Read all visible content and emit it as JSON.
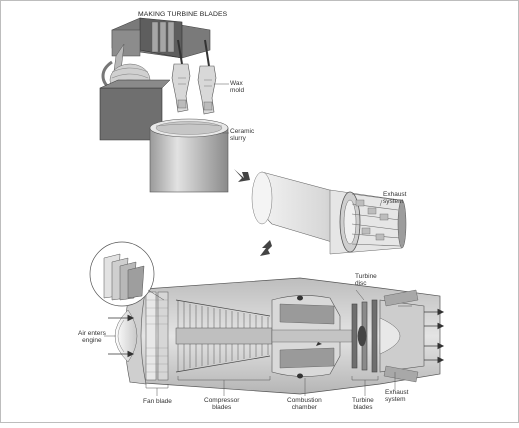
{
  "title": "MAKING TURBINE BLADES",
  "labels": {
    "wax_mold": [
      "Wax",
      "mold"
    ],
    "ceramic_slurry": [
      "Ceramic",
      "slurry"
    ],
    "exhaust_system_top": [
      "Exhaust",
      "system"
    ],
    "turbine_disc": [
      "Turbine",
      "disc"
    ],
    "air_enters_engine": [
      "Air enters",
      "engine"
    ],
    "fan_blade": "Fan blade",
    "compressor_blades": [
      "Compressor",
      "blades"
    ],
    "combustion_chamber": [
      "Combustion",
      "chamber"
    ],
    "turbine_blades": [
      "Turbine",
      "blades"
    ],
    "exhaust_system_bottom": [
      "Exhaust",
      "system"
    ]
  },
  "colors": {
    "background": "#ffffff",
    "line": "#555555",
    "shade_dark": "#6e6e6e",
    "shade_mid": "#a9a9a9",
    "shade_light": "#d6d6d6",
    "text": "#333333"
  },
  "icons": [
    "arrow-icon"
  ]
}
